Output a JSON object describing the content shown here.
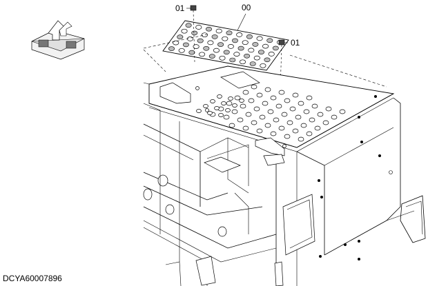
{
  "callouts": {
    "bolt_top": "01",
    "plate": "00",
    "bolt_right": "01"
  },
  "drawing_code": "DCYA60007896",
  "icons": [
    "orientation-icon"
  ]
}
